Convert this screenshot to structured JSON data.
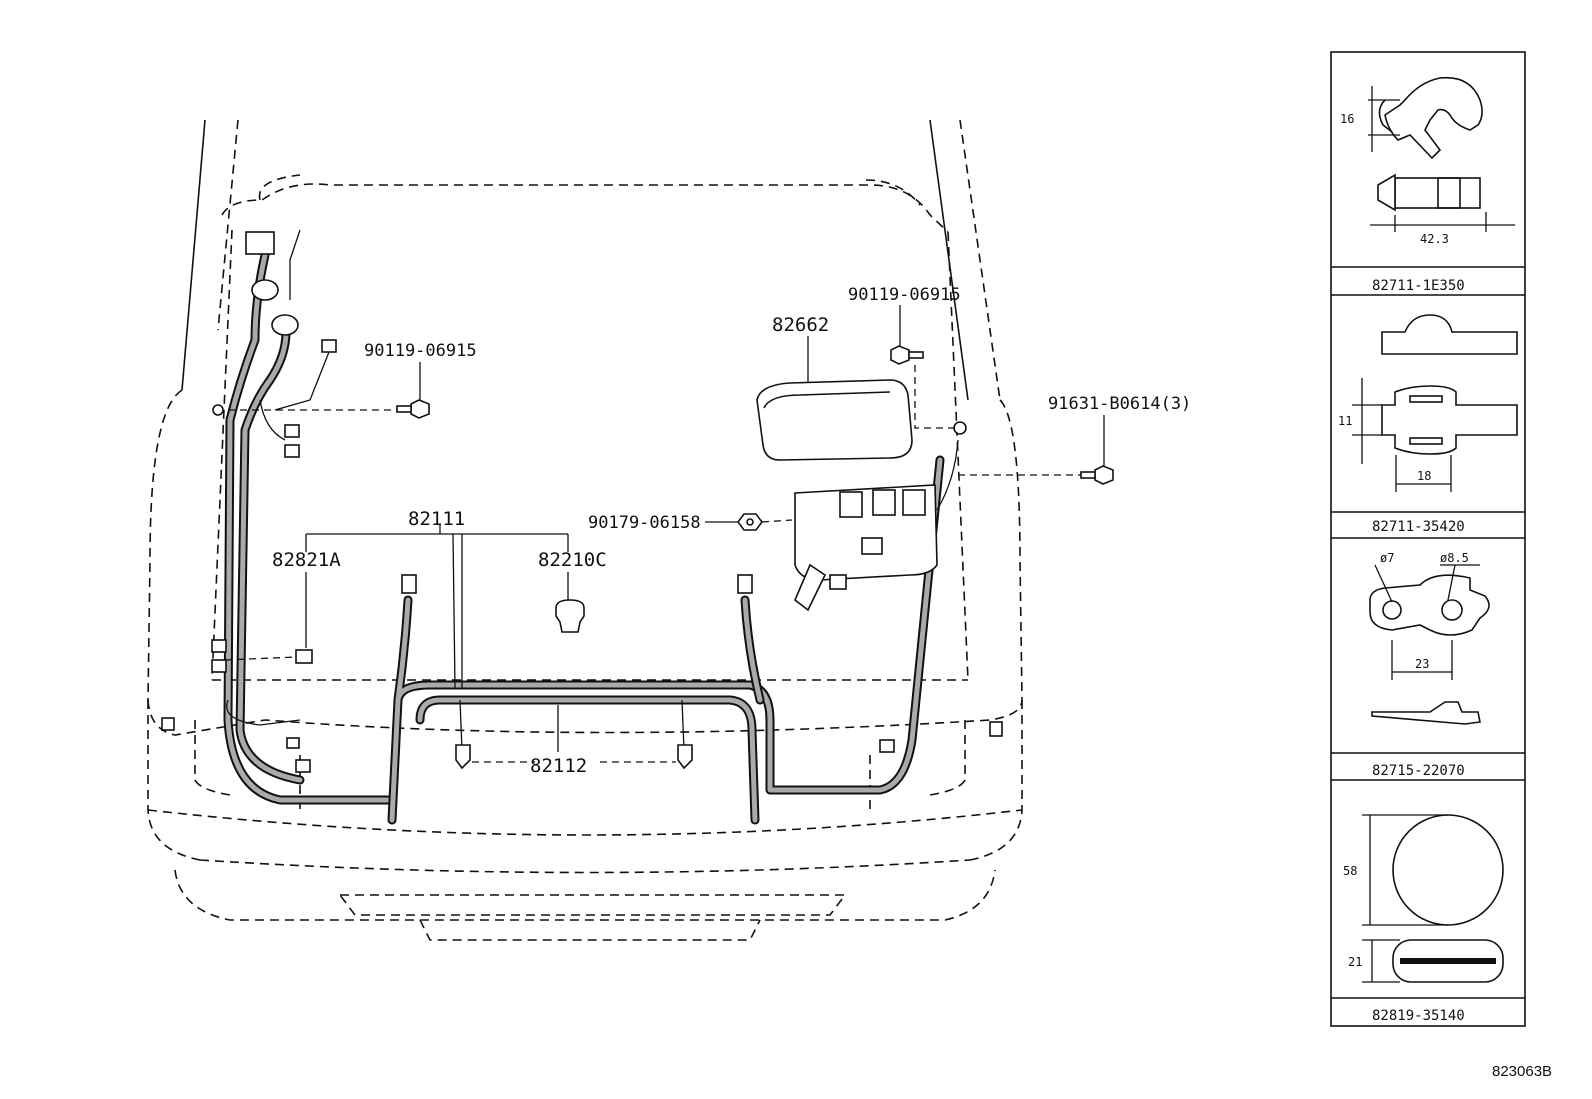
{
  "labels": {
    "l82111": "82111",
    "l82821A": "82821A",
    "l82210C": "82210C",
    "l82112": "82112",
    "l82662": "82662",
    "l90119_left": "90119-06915",
    "l90119_right": "90119-06915",
    "l91631": "91631-B0614(3)",
    "l90179": "90179-06158"
  },
  "side_panel": {
    "p1": {
      "part": "82711-1E350",
      "dim_height": "16",
      "dim_width": "42.3"
    },
    "p2": {
      "part": "82711-35420",
      "dim_height": "11",
      "dim_width": "18"
    },
    "p3": {
      "part": "82715-22070",
      "dim_hole1": "ø7",
      "dim_hole2": "ø8.5",
      "dim_width": "23"
    },
    "p4": {
      "part": "82819-35140",
      "dim_height": "58",
      "dim_thickness": "21"
    }
  },
  "reference_code": "823063B"
}
